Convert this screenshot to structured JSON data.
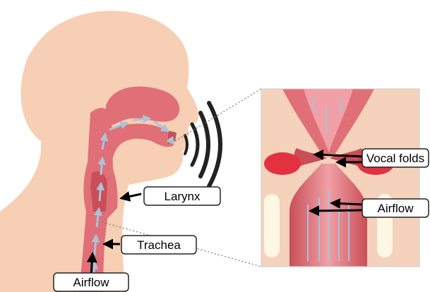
{
  "labels": {
    "larynx": "Larynx",
    "trachea": "Trachea",
    "airflow_bottom": "Airflow",
    "vocal_folds": "Vocal folds",
    "airflow_inset": "Airflow"
  },
  "colors": {
    "skin": "#f6cfb4",
    "tissue": "#e06f77",
    "tissue_dark": "#c94e58",
    "flow_arrow": "#a9c3d8",
    "fold_red": "#e43140",
    "cartilage": "#fdf7e4",
    "inset_bg": "#f4d2bb"
  }
}
